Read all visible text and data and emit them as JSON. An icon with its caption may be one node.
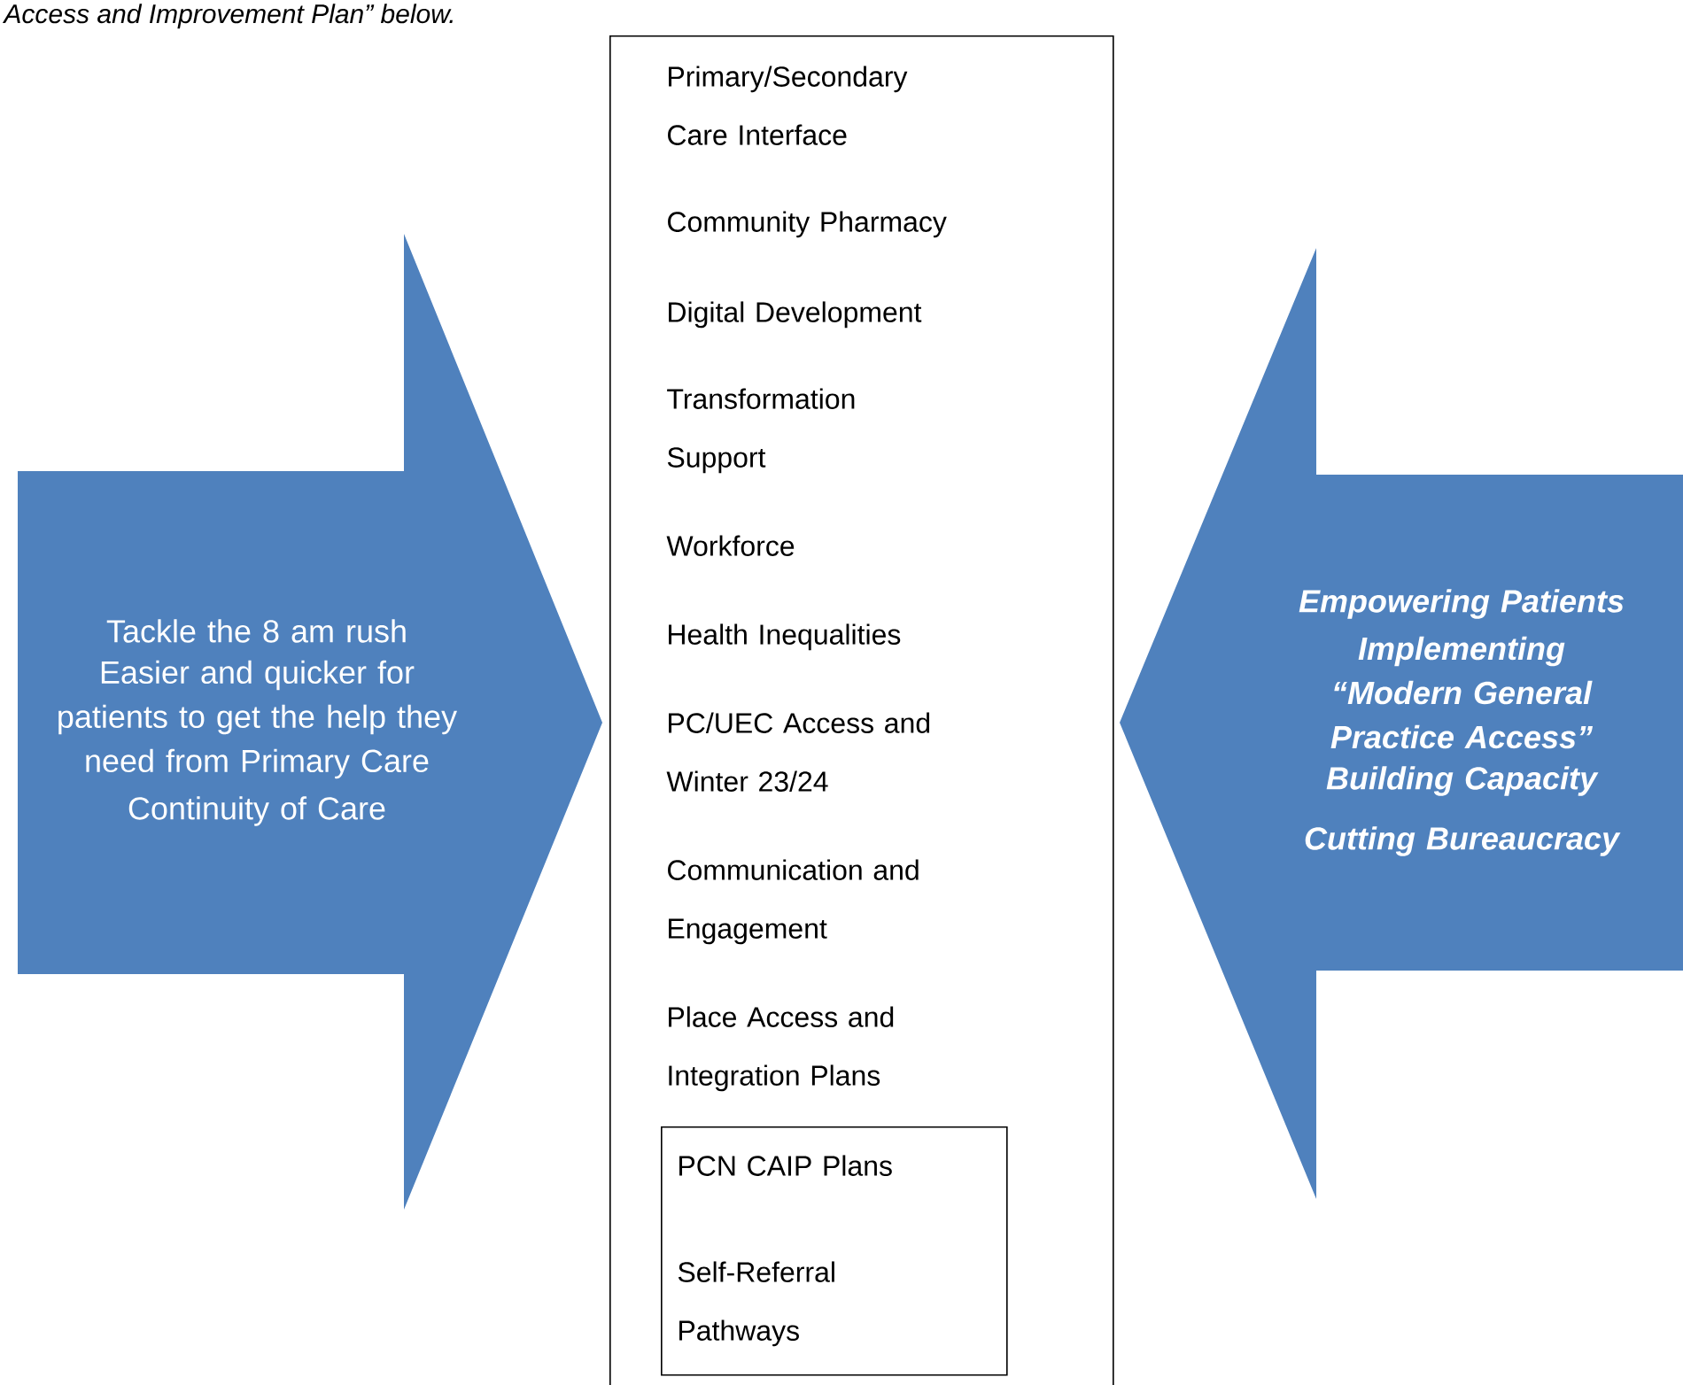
{
  "diagram": {
    "nodes": [
      {
        "text": [
          "Tackle the 8 am rush",
          "Easier and quicker for patients to get the help they need from Primary Care",
          "Continuity of Care"
        ]
      },
      {
        "text": [
          "Primary/Secondary Care Interface",
          "Community Pharmacy",
          "Digital Development",
          "Transformation Support",
          "Workforce",
          "Health Inequalities",
          "PC/UEC Access and Winter 23/24",
          "Communication and Engagement",
          "Place Access and Integration Plans"
        ]
      },
      {
        "text": [
          "PCN CAIP Plans",
          "Self-Referral Pathways"
        ],
        "in": 1
      },
      {
        "text": [
          "Empowering Patients",
          "Implementing “Modern General Practice Access”",
          "Building Capacity",
          "Cutting Bureaucracy"
        ]
      }
    ],
    "labels": [
      "Access and Improvement Plan” below."
    ]
  }
}
